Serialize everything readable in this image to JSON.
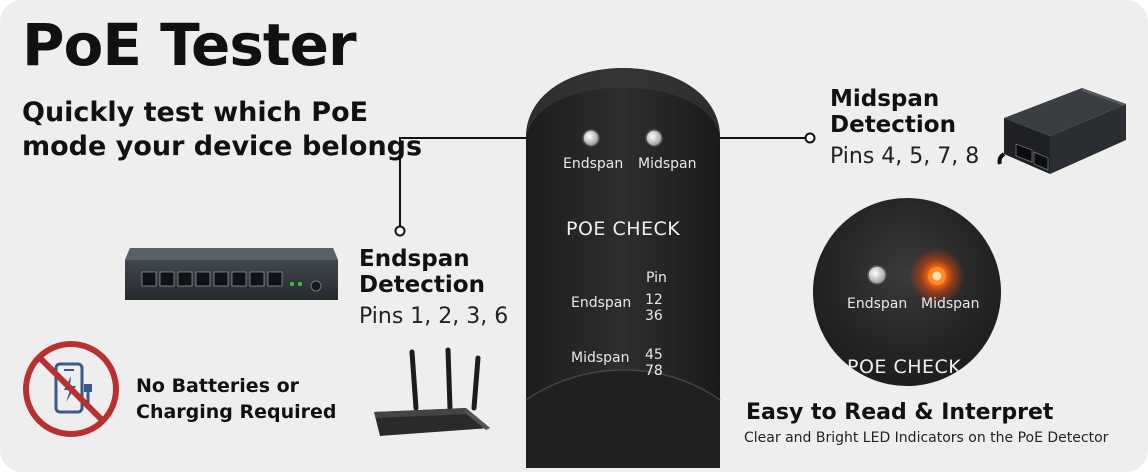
{
  "header": {
    "title": "PoE Tester",
    "subtitle": "Quickly test which PoE mode your device belongs"
  },
  "device": {
    "led_endspan_label": "Endspan",
    "led_midspan_label": "Midspan",
    "brand_label": "POE CHECK",
    "pin_header": "Pin",
    "rows": [
      {
        "label": "Endspan",
        "pins_line1": "12",
        "pins_line2": "36"
      },
      {
        "label": "Midspan",
        "pins_line1": "45",
        "pins_line2": "78"
      }
    ]
  },
  "midspan_callout": {
    "title_line1": "Midspan",
    "title_line2": "Detection",
    "pins": "Pins 4, 5, 7, 8"
  },
  "endspan_callout": {
    "title_line1": "Endspan",
    "title_line2": "Detection",
    "pins": "Pins 1, 2, 3, 6"
  },
  "batteries": {
    "line1": "No Batteries or",
    "line2": "Charging Required"
  },
  "zoom": {
    "endspan_label": "Endspan",
    "midspan_label": "Midspan",
    "brand_partial": "POE CHECK"
  },
  "easy": {
    "title": "Easy to Read & Interpret",
    "subtitle": "Clear and Bright LED Indicators on the PoE Detector"
  },
  "colors": {
    "background": "#eeeeee",
    "device_body": "#262626",
    "led_lit": "#ff6a1a",
    "no_sign_red": "#b8312f"
  },
  "icons": [
    "poe-injector-icon",
    "network-switch-icon",
    "wifi-router-icon",
    "no-battery-icon"
  ]
}
